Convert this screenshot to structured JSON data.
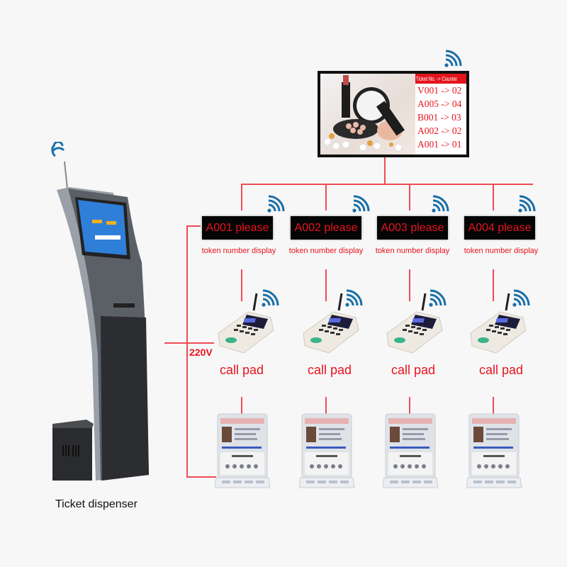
{
  "display_screen": {
    "header": "Ticket No. -> Counter",
    "rows": [
      "V001 -> 02",
      "A005 -> 04",
      "B001 -> 03",
      "A002 -> 02",
      "A001 -> 01"
    ]
  },
  "token_displays": [
    {
      "text": "A001 please",
      "label": "token number display"
    },
    {
      "text": "A002 please",
      "label": "token number display"
    },
    {
      "text": "A003 please",
      "label": "token number display"
    },
    {
      "text": "A004 please",
      "label": "token number display"
    }
  ],
  "call_pads": [
    {
      "label": "call pad"
    },
    {
      "label": "call pad"
    },
    {
      "label": "call pad"
    },
    {
      "label": "call pad"
    }
  ],
  "power_label": "220V",
  "kiosk_label": "Ticket dispenser",
  "colors": {
    "line": "#ef4a55",
    "text_red": "#e8141e",
    "wifi": "#1a6fa8"
  }
}
